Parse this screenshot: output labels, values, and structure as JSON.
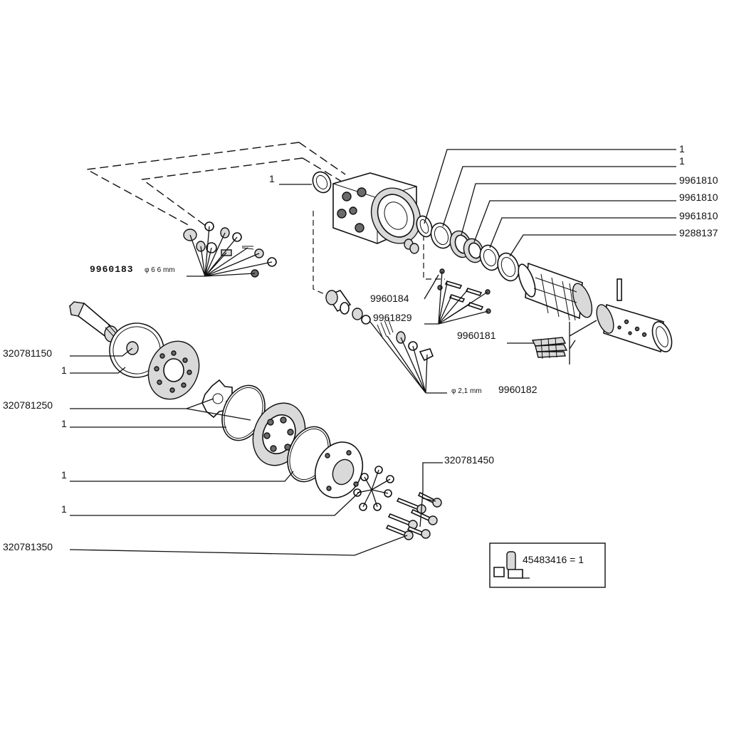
{
  "labels": {
    "l_1_a": "1",
    "l_1_b": "1",
    "l_9961810_a": "9961810",
    "l_9961810_b": "9961810",
    "l_9961810_c": "9961810",
    "l_9288137": "9288137",
    "l_1_left": "1",
    "l_9960183": "9960183",
    "l_9960183_dim": "φ 6 6 mm",
    "l_9960184": "9960184",
    "l_9961829": "9961829",
    "l_9960181": "9960181",
    "l_9960182_dim": "φ 2,1 mm",
    "l_9960182": "9960182",
    "l_320781150": "320781150",
    "l_1_c": "1",
    "l_320781250": "320781250",
    "l_1_d": "1",
    "l_1_e": "1",
    "l_1_f": "1",
    "l_320781350": "320781350",
    "l_320781450": "320781450",
    "kit_label": "45483416 = 1"
  }
}
